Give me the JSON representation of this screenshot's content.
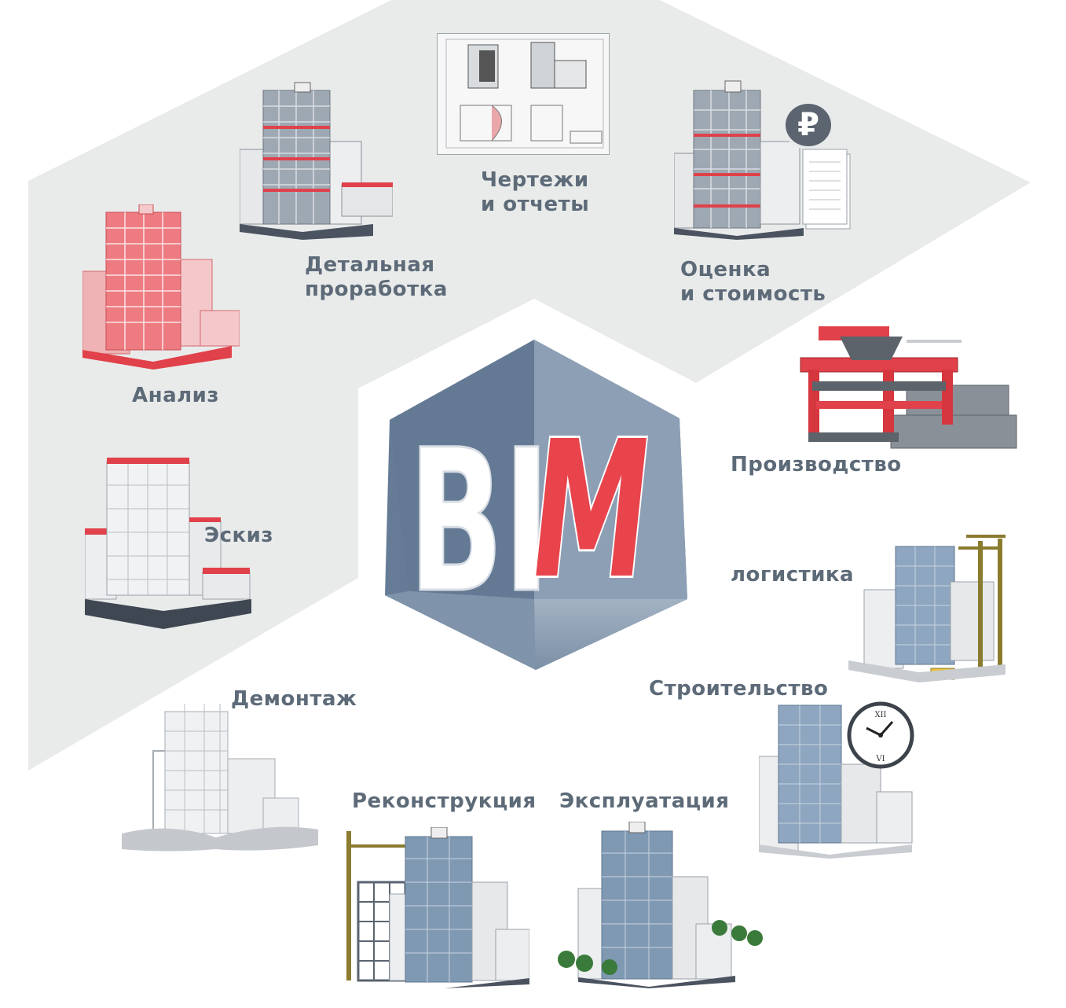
{
  "center_logo": {
    "letters_white": "BI",
    "letter_red": "M"
  },
  "stages": {
    "drawings": {
      "line1": "Чертежи",
      "line2": "и отчеты"
    },
    "detailed": {
      "line1": "Детальная",
      "line2": "проработка"
    },
    "estimate": {
      "line1": "Оценка",
      "line2": "и стоимость"
    },
    "analysis": {
      "label": "Анализ"
    },
    "sketch": {
      "label": "Эскиз"
    },
    "production": {
      "label": "Производство"
    },
    "logistics": {
      "label": "логистика"
    },
    "construction": {
      "label": "Строительство"
    },
    "demolition": {
      "label": "Демонтаж"
    },
    "reconstruction": {
      "label": "Реконструкция"
    },
    "operation": {
      "label": "Эксплуатация"
    }
  },
  "currency_symbol": "₽",
  "clock_numerals": {
    "top": "XII",
    "bottom": "VI"
  },
  "colors": {
    "band": "#e9ebea",
    "label": "#5d6a78",
    "accent_red": "#e0414a",
    "cube_dark": "#647a94",
    "cube_light": "#8fa0b4",
    "glass": "#7f99b3"
  },
  "icons": [
    "bim-cube-logo",
    "drawing-sheet-icon",
    "ruble-coin-icon",
    "document-stack-icon",
    "clock-icon",
    "tower-crane-icon",
    "concrete-plant-icon",
    "tree-icon"
  ]
}
